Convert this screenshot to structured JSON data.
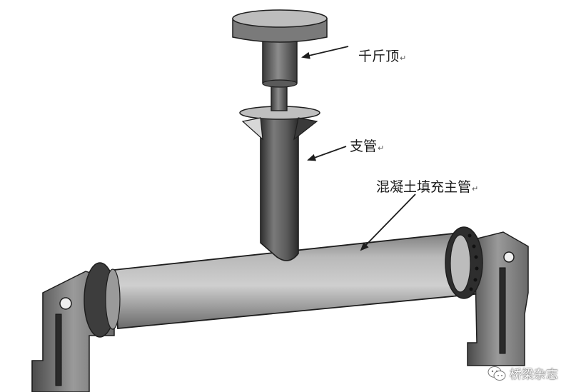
{
  "labels": {
    "jack": "千斤顶",
    "branch_pipe": "支管",
    "main_pipe": "混凝土填充主管"
  },
  "return_mark": "↵",
  "watermark": {
    "icon": "wechat-icon",
    "text": "桥梁杂志"
  },
  "colors": {
    "steel_light": "#d6d6d6",
    "steel_mid": "#8a8a8a",
    "steel_dark": "#3c3c3c",
    "outline": "#1e1e1e"
  }
}
